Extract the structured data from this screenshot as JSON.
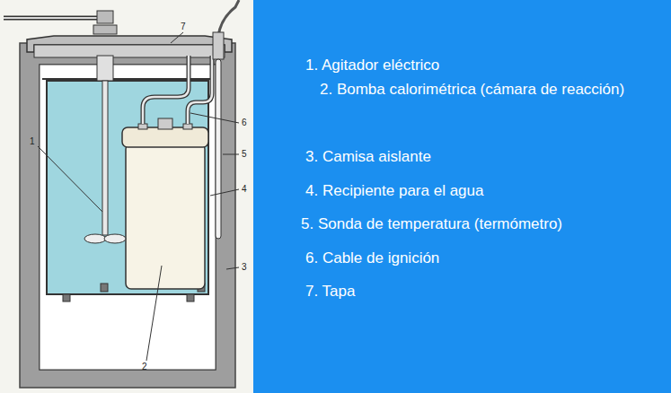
{
  "diagram": {
    "labels": [
      "7",
      "1",
      "6",
      "5",
      "4",
      "3",
      "2",
      "1. Agitador eléctrico",
      "2. Bomba calorimétrica (cámara de reacción)",
      "3. Camisa aislante",
      "4. Recipiente para el agua",
      "5. Sonda de temperatura (termómetro)",
      "6. Cable de ignición",
      "7. Tapa"
    ]
  }
}
